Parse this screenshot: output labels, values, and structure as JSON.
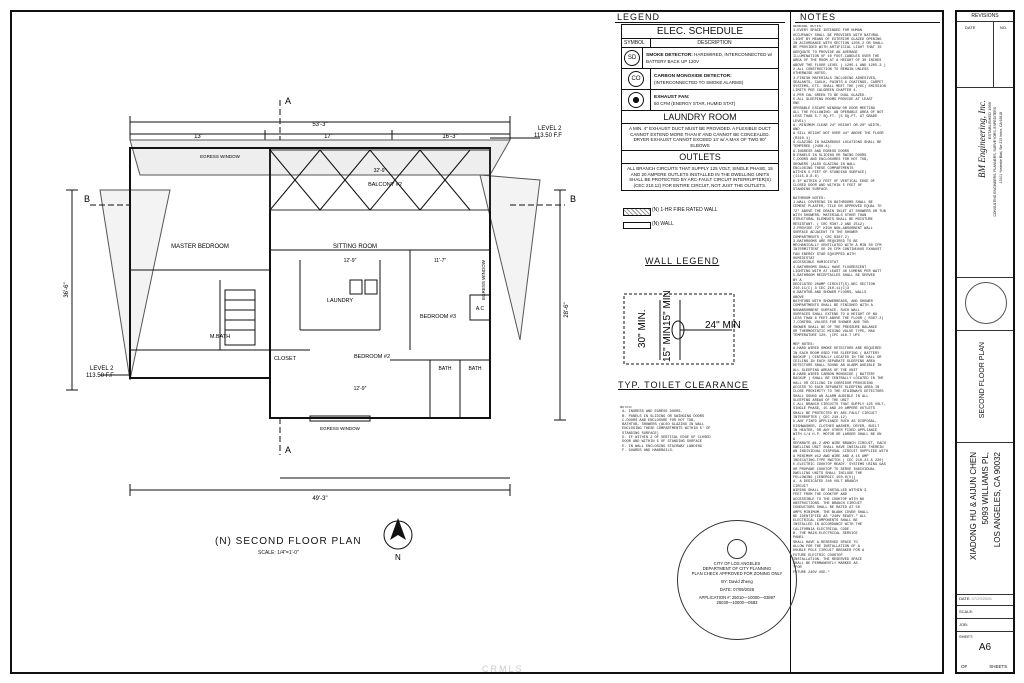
{
  "sheet": {
    "legend_label": "LEGEND",
    "notes_label": "NOTES"
  },
  "schedule": {
    "title": "ELEC. SCHEDULE",
    "col_symbol": "SYMBOL",
    "col_description": "DESCRIPTION",
    "items": [
      {
        "symbol": "SD",
        "name": "SMOKE DETECTOR:",
        "desc": "HARDWIRED, INTERCONNECTED w/ BATTERY BACK UP 120V"
      },
      {
        "symbol": "CO",
        "name": "CARBON MONOXIDE DETECTOR:",
        "desc": "(INTERCONNECTED TO SMOKE ALARMS)"
      },
      {
        "symbol": "",
        "name": "EXHAUST FAN:",
        "desc": "50 CFM (ENERGY STAR, HUMID STAT)"
      }
    ],
    "laundry_title": "LAUNDRY ROOM",
    "laundry_text": "A MIN. 4\" EXHAUST DUCT MUST BE PROVIDED. A FLEXIBLE DUCT CANNOT EXTEND MORE THAN 8' AND CANNOT BE CONCEALED. DRYER EXHAUST CANNOT EXCEED 14' w/ A MAX OF TWO 90° ELBOWS",
    "outlets_title": "OUTLETS",
    "outlets_text": "ALL BRANCH CIRCUITS THAT SUPPLY 125 VOLT, SINGLE PHASE, 15 AND 20 AMPERE OUTLETS INSTALLED IN THE DWELLING UNITS SHALL BE PROTECTED BY ARC-FAULT CIRCUIT INTERRUPTER(S) (CEC 210.12) FOR ENTIRE CIRCUIT, NOT JUST THE OUTLETS."
  },
  "wall_legend": {
    "item1": "(N) 1-HR FIRE RATED WALL",
    "item2": "(N) WALL",
    "title": "WALL LEGEND"
  },
  "toilet": {
    "title": "TYP. TOILET CLEARANCE",
    "d1": "30\" MIN.",
    "d2": "15\" MIN.",
    "d3": "15\" MIN.",
    "d4": "24\" MIN"
  },
  "lower_notes": "NOTES:\n A. INGRESS AND EGRESS DOORS.\n B. PANELS IN SLIDING OR SWINGING DOORS\n C.DOORS AND ENCLOSURE FOR HOT TUB,\n BATHTUB, SHOWERS (ALSO GLAZING IN WALL\n ENCLOSING THESE COMPARTMENTS WITHIN 5' OF\n STANDING SURFACE)\n D. IF WITHIN 2 OF VERTICAL EDGE OF CLOSED\n DOOR AND WITHIN 5 OF STANDING SURFACE\n E. IN WALL ENCLOSING STAIRWAY LANDING\n F. GUARDS AND HANDRAILS.",
  "general_notes": "GENERAL NOTES:\n1.EVERY SPACE INTENDED FOR HUMAN\nOCCUPANCY SHALL BE PROVIDED WITH NATURAL\nLIGHT BY MEANS OF EXTERIOR GLAZED OPENING\nIN ACCORDANCE WITH SECTION 1205.2 OR SHALL\nBE PROVIDED WITH ARTIFICIAL LIGHT THAT IS\nADEQUATE TO PROVIDE AN AVERAGE\nILLUMINATION OF 10 FOOT-CANDLES OVER THE\nAREA OF THE ROOM AT A HEIGHT OF 30 INCHES\nABOVE THE FLOOR LEVEL ( 1205.1 AND 1205.3 )\n2.ALL CONSTRUCTION TO REMAIN UNLESS\nOTHERWISE NOTED.\n3.FINISH MATERIALS INCLUDING ADHESIVES,\nSEALANTS, CAULK, PAINTS & COATINGS, CARPET\nSYSTEMS, ETC. SHALL MEET THE (VOC) EMISSION\nLIMITS PER CALGREEN CHAPTER 4.\n4.PER CAL GREEN TO BE DUAL GLAZED.\n5.ALL SLEEPING ROOMS PROVIDE AT LEAST\nONE\nOPERABLE ESCAPE WINDOW OR DOOR MEETING\nALL THE FOLLOWING: AN OPERABLE AREA OF NOT\nLESS THAN 5.7 SQ.FT. (5 SQ.FT. AT GRADE\nLEVEL)\nA. MINIMUM CLEAR 24\" HEIGHT OR 20\" WIDTH,\nAND\nA SILL HEIGHT NOT OVER 44\" ABOVE THE FLOOR\n(R310.1)\n6.GLAZING IN HAZARDOUS LOCATIONS SHALL BE\nTEMPERED (2406.4):\nA.INGRESS AND EGRESS DOORS\nB.PANELS IN SLIDING OR SWING DOORS\nC.DOORS AND ENCLOSURES FOR HOT TUB,\nSHOWERS (ALSO GLAZING IN WALL\nENCLOSING THESE COMPARTMENTS\nWITHIN 5 FEET OF STANDING SURFACE)\n(1115.8.8.6)\nD.IF WITHIN 2 FEET OF VERTICAL EDGE OF\nCLOSED DOOR AND WITHIN 5 FEET OF\nSTANDING SURFACE\n\nBATHROOM NOTES:\n1.WALL COVERING IN BATHROOMS SHALL BE\nCEMENT PLASTER, TILE OR APPROVED EQUAL TO\n72\" ABOVE THE DRAIN INLET AT SHOWERS OR TUB\nWITH SHOWERS. MATERIALS OTHER THAN\nSTRUCTURAL ELEMENTS SHALL BE MOISTURE\nRESISTANT. ( CRC R307.2 AND 2512)\n2.PROVIDE 72\" HIGH NON-ABSORBENT WALL\nSURFACE ADJACENT TO THE SHOWER\nCOMPARTMENTS ( CRC R307.2)\n3.BATHROOMS ARE REQUIRED TO BE\nMECHANICALLY VENTILATED WITH A MIN 50 CFM\nINTERMITTENT OR 20 CFM CONTINUOUS EXHAUST\nFAN ENERGY STAR EQUIPPED WITH\nHUMIDISTAT\nACCESSIBLE HUMIDISTAT\n4.BATHROOMS SHALL HAVE FLUORESCENT\nLIGHTING WITH AT LEAST 40 LUMENS PER WATT\n5.BATHROOM RECEPTACLES SHALL BE SERVED\nBY A\nDEDICATED 20AMP CIRCUIT(S)-NEC SECTION\n210.11(C) 3 CEC 210-11(C)3\n6.BATHTUB AND SHOWER FLOORS, WALLS\nABOVE\nBATHTUBS WITH SHOWERHEADS, AND SHOWER\nCOMPARTMENTS SHALL BE FINISHED WITH A\nNONABSORBENT SURFACE. SUCH WALL\nSURFACES SHALL EXTEND TO A HEIGHT OF NO\nLESS THAN 6 FEET ABOVE THE FLOOR ( R307.2)\n7.CONTROL VALVES FOR SHOWER AND TUB\nSHOWER SHALL BE OF THE PRESSURE BALANCE\nOR THERMOSTATIC MIXING VALVE TYPE, MAX\nTEMPERATURE 120. (CPC 410.7 UPC\n\nMEP NOTES:\nA.HARD WIRED SMOKE DETECTORS ARE REQUIRED\nIN EACH ROOM USED FOR SLEEPING ( BATTERY\nBACKUP ) CENTRALLY LOCATED IN THE HALL OR\nCEILING IN EACH SEPARATE SLEEPING AREA\nDETECTORS SHALL SOUND AN ALARM AUDIBLE IN\nALL SLEEPING AREAS OF THE UNIT\nB.HARD WIRED CARBON MONOXIDE ( BATTERY\nBACKUP ) SHALL BE CENTRALLY LOCATED IN THE\nHALL OR CEILING IN CORRIDOR PROVIDING\nACCESS TO EACH SEPARATE SLEEPING AREA IN\nCLOSE PROXIMITY TO THE STAIRWAYS DETECTORS\nSHALL SOUND AN ALARM AUDIBLE IN ALL\nSLEEPING AREAS OF THE UNIT\nC.ALL BRANCH CIRCUITS THAT SUPPLY 125 VOLT,\nSINGLE PHASE, 15 AND 20 AMPERE OUTLETS\nSHALL BE PROTECTED BY ARC-FAULT CIRCUIT\nINTERRUPTER ( CEC 210.12)\nD.ANY FIXED APPLIANCE SUCH AS DISPOSAL,\nDISHWASHER, CLOTHES WASHER, DRYER, BUILT\nIN HEATER, OR ANY OTHER FIXED APPLIANCE\nWITH 1/4 H.P. MOTOR OR LARGER SHALL BE ON\nA\nSEPARATE @1.2 AMO WIRE BRANCH CIRCUIT, EACH\nDWELLING UNIT SHALL HAVE INSTALLED THEREIN\nAN INDIVIDUAL DISPOSAL CIRCUIT SUPPLIED WITH\nA MINIMUM #12 AWG WIRE AND A 15 AMP\nINDICATING-TYPE SWITCH ( CEC 210-23 & 220)\nE.ELECTRIC COOKTOP READY. SYSTEMS USING GAS\nOR PROPANE COOKTOP TO SERVE INDIVIDUAL\nDWELLING UNITS SHALL INCLUDE THE\nFOLLOWING (CENERGIC 150.0(U))\nA. A DEDICATED 240 VOLT BRANCH\nCIRCUIT\nWIRING SHALL BE INSTALLED WITHIN 3\nFEET FROM THE COOKTOP AND\nACCESSIBLE TO THE COOKTOP WITH NO\nOBSTRUCTIONS. THE BRANCH CIRCUIT\nCONDUCTORS SHALL BE RATED AT 50\nAMPS MINIMUM. THE BLANK COVER SHALL\nBE IDENTIFIED AS \"240V READY.\" ALL\nELECTRICAL COMPONENTS SHALL BE\nINSTALLED IN ACCORDANCE WITH THE\nCALIFORNIA ELECTRICAL CODE.\nB. THE MAIN ELECTRICAL SERVICE\nPANEL\nSHALL HAVE A RESERVED SPACE TO\nALLOW FOR THE INSTALLATION OF A\nDOUBLE POLE CIRCUIT BREAKER FOR A\nFUTURE ELECTRIC COOKTOP\nINSTALLATION. THE RESERVED SPACE\nSHALL BE PERMANENTLY MARKED AS\n\"FOR\nFUTURE 240V USE.\"",
  "plan": {
    "title": "(N)  SECOND FLOOR PLAN",
    "scale": "SCALE: 1/4\"=1'-0\"",
    "north": "N",
    "level_right_1": "LEVEL 2",
    "level_right_2": "113.50 F.F",
    "level_left_1": "LEVEL 2",
    "level_left_2": "113.50 F.F",
    "section_a": "A",
    "section_b": "B",
    "dim_top_total": "53'-3\"",
    "dim_top_1": "13'",
    "dim_top_2": "17'",
    "dim_top_3": "16'-3\"",
    "dim_bottom_total": "49'-3\"",
    "dim_left": "36'-6\"",
    "dim_right": "28'-6\"",
    "dim_balcony": "32'-9\"",
    "dim_sitting": "12'-9\"",
    "dim_bed2": "12'-9\"",
    "dim_bed3": "11'-7\"",
    "rooms": {
      "balcony": "BALCONY #2",
      "master": "MASTER BEDROOM",
      "sitting": "SITTING ROOM",
      "laundry": "LAUNDRY",
      "bed3": "BEDROOM #3",
      "bed2": "BEDROOM #2",
      "mbath": "M.BATH",
      "closet": "CLOSET",
      "bath2": "BATH",
      "bath3": "BATH",
      "ac": "A.C",
      "egress_top": "EGRESS WINDOW",
      "egress_bottom": "EGRESS WINDOW",
      "egress_right": "EGRESS WINDOW"
    }
  },
  "stamp": {
    "l1": "CITY OF LOS ANGELES",
    "l2": "DEPARTMENT OF CITY PLANNING",
    "l3": "PLAN CHECK APPROVED FOR ZONING ONLY",
    "by_label": "BY:",
    "by_name": "David Zheng",
    "date_label": "DATE:",
    "date": "07/09/2026",
    "app_label": "APPLICATION #:",
    "app1": "25010—10000—03897",
    "app2": "25030—10000—0583"
  },
  "titleblock": {
    "revisions": "REVISIONS",
    "date_col": "DATE",
    "no_col": "NO.",
    "firm_brand": "BM Engineering, Inc.",
    "firm_est": "ESTABLISHED 1999",
    "firm_sub": "CONSULTING ENGINEERS, PLANNERS, SURVEYORS, EXPEDITERS",
    "firm_addr": "13101 Yosemite Blvd, Ste 213 Irvine, CA 92618",
    "sheet_name": "SECOND FLOOR PLAN",
    "client": "XIADONG HU & AIJUN CHEN",
    "address1": "5093 WILLIAMS PL,",
    "address2": "LOS ANGELES, CA 90032",
    "date_label": "DATE:",
    "date_value": "07/29/2026",
    "scale_label": "SCALE:",
    "job_label": "JOB:",
    "sheet_label": "SHEET:",
    "sheet_no": "A6",
    "of_label": "OF",
    "sheets_label": "SHEETS"
  },
  "watermark": "CRMLS"
}
